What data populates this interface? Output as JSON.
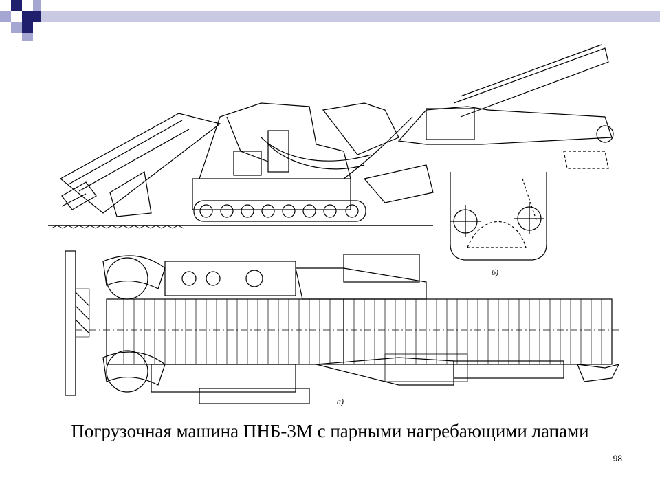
{
  "slide": {
    "caption": "Погрузочная машина ПНБ-3М с парными нагребающими лапами",
    "page_number": "98",
    "accent_color": "#1f1f6e",
    "accent_light": "#a6a6d2",
    "bar_color": "#c9c9e3"
  },
  "figure": {
    "label_top": "б)",
    "label_bottom": "а)"
  }
}
